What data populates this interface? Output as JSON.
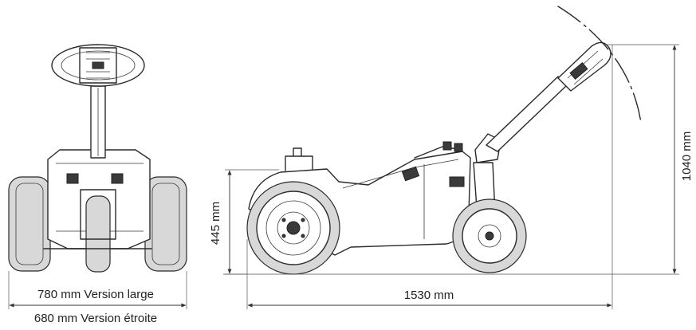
{
  "dimensions": {
    "width_large": "780 mm Version large",
    "width_narrow": "680 mm Version étroite",
    "height_body": "445 mm",
    "length": "1530 mm",
    "height_total": "1040 mm"
  },
  "colors": {
    "line": "#2a2a2a",
    "tire_fill": "#d8d8d8",
    "background": "#ffffff"
  }
}
